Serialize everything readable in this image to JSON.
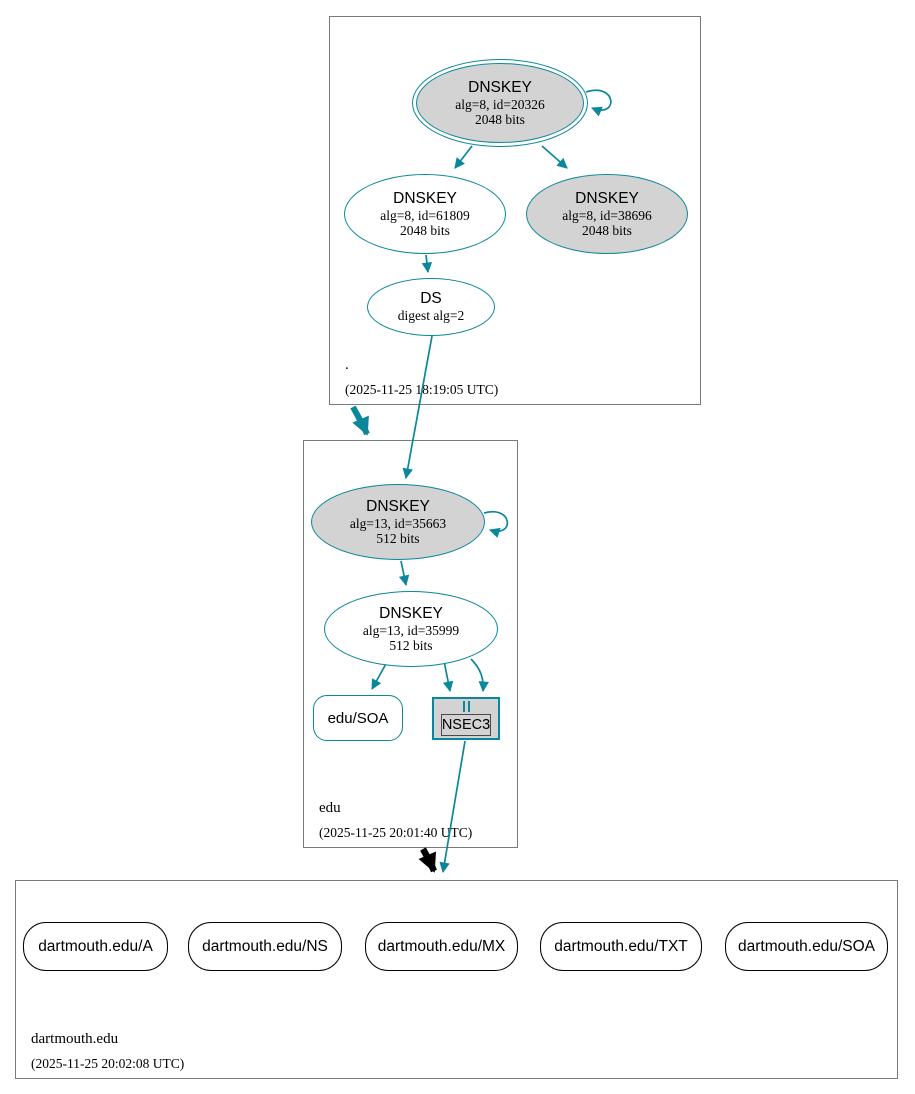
{
  "colors": {
    "secure_teal": "#0a879a",
    "ksk_fill_gray": "#d3d3d3",
    "node_border_black": "#000000",
    "zone_border_gray": "#7a7a7a"
  },
  "zones": {
    "root": {
      "label": ".",
      "timestamp": "(2025-11-25 18:19:05 UTC)"
    },
    "edu": {
      "label": "edu",
      "timestamp": "(2025-11-25 20:01:40 UTC)"
    },
    "dartmouth": {
      "label": "dartmouth.edu",
      "timestamp": "(2025-11-25 20:02:08 UTC)"
    }
  },
  "nodes": {
    "root_ksk": {
      "title": "DNSKEY",
      "detail1": "alg=8, id=20326",
      "detail2": "2048 bits"
    },
    "root_zsk": {
      "title": "DNSKEY",
      "detail1": "alg=8, id=61809",
      "detail2": "2048 bits"
    },
    "root_key3": {
      "title": "DNSKEY",
      "detail1": "alg=8, id=38696",
      "detail2": "2048 bits"
    },
    "root_ds": {
      "title": "DS",
      "detail1": "digest alg=2"
    },
    "edu_ksk": {
      "title": "DNSKEY",
      "detail1": "alg=13, id=35663",
      "detail2": "512 bits"
    },
    "edu_zsk": {
      "title": "DNSKEY",
      "detail1": "alg=13, id=35999",
      "detail2": "512 bits"
    },
    "edu_soa": {
      "label": "edu/SOA"
    },
    "edu_nsec3": {
      "label": "NSEC3"
    },
    "rrsets": [
      {
        "label": "dartmouth.edu/A"
      },
      {
        "label": "dartmouth.edu/NS"
      },
      {
        "label": "dartmouth.edu/MX"
      },
      {
        "label": "dartmouth.edu/TXT"
      },
      {
        "label": "dartmouth.edu/SOA"
      }
    ]
  }
}
